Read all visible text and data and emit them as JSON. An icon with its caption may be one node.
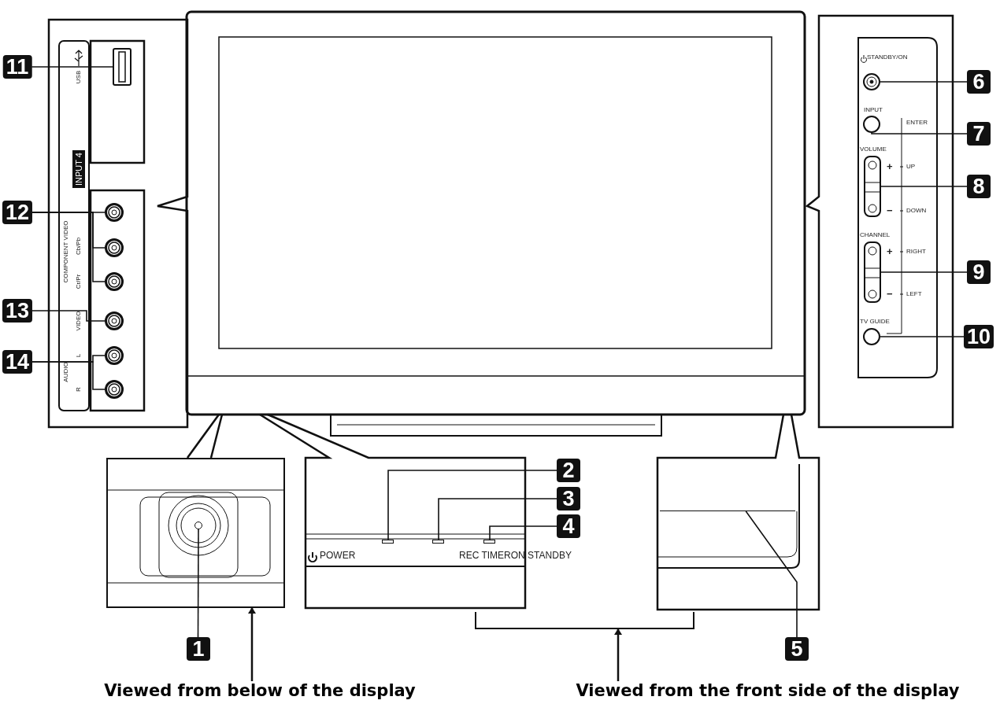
{
  "diagram": {
    "nodes": [
      {
        "text": [
          "1"
        ]
      },
      {
        "text": [
          "2"
        ]
      },
      {
        "text": [
          "3"
        ]
      },
      {
        "text": [
          "4"
        ]
      },
      {
        "text": [
          "5"
        ]
      },
      {
        "text": [
          "6"
        ]
      },
      {
        "text": [
          "7"
        ]
      },
      {
        "text": [
          "8"
        ]
      },
      {
        "text": [
          "9"
        ]
      },
      {
        "text": [
          "10"
        ]
      },
      {
        "text": [
          "11"
        ]
      },
      {
        "text": [
          "12"
        ]
      },
      {
        "text": [
          "13"
        ]
      },
      {
        "text": [
          "14"
        ]
      },
      {
        "text": [
          "Viewed from below of the display"
        ]
      },
      {
        "text": [
          "Viewed from the front side of the display"
        ]
      },
      {
        "text": [],
        "shape": "box"
      },
      {
        "text": [],
        "shape": "circle",
        "in": 16
      },
      {
        "text": [],
        "shape": "box"
      },
      {
        "text": [],
        "shape": "box"
      },
      {
        "text": [],
        "shape": "box"
      },
      {
        "text": [],
        "shape": "box"
      },
      {
        "text": [],
        "shape": "circle"
      },
      {
        "text": [],
        "shape": "circle"
      },
      {
        "text": [],
        "shape": "box"
      },
      {
        "text": [],
        "shape": "box"
      },
      {
        "text": [],
        "shape": "circle"
      },
      {
        "text": [],
        "shape": "box"
      },
      {
        "text": [],
        "shape": "circle"
      },
      {
        "text": [],
        "shape": "circle"
      },
      {
        "text": [],
        "shape": "circle"
      },
      {
        "text": [],
        "shape": "circle"
      },
      {
        "text": [],
        "shape": "circle"
      },
      {
        "text": [],
        "shape": "circle"
      },
      {
        "text": [],
        "shape": "bracket"
      }
    ],
    "edges": [
      {
        "from": 0,
        "to": 17,
        "arrow": "none"
      },
      {
        "from": 1,
        "to": 18,
        "arrow": "none"
      },
      {
        "from": 2,
        "to": 19,
        "arrow": "none"
      },
      {
        "from": 3,
        "to": 20,
        "arrow": "none"
      },
      {
        "from": 4,
        "to": 21,
        "arrow": "none"
      },
      {
        "from": 5,
        "to": 22,
        "arrow": "none"
      },
      {
        "from": 6,
        "to": 23,
        "arrow": "none"
      },
      {
        "from": 7,
        "to": 24,
        "arrow": "none"
      },
      {
        "from": 8,
        "to": 25,
        "arrow": "none"
      },
      {
        "from": 9,
        "to": 26,
        "arrow": "none"
      },
      {
        "from": 10,
        "to": 27,
        "arrow": "none"
      },
      {
        "from": 11,
        "to": 28,
        "arrow": "none"
      },
      {
        "from": 11,
        "to": 29,
        "arrow": "none"
      },
      {
        "from": 11,
        "to": 30,
        "arrow": "none"
      },
      {
        "from": 12,
        "to": 31,
        "arrow": "none"
      },
      {
        "from": 13,
        "to": 32,
        "arrow": "none"
      },
      {
        "from": 13,
        "to": 33,
        "arrow": "none"
      },
      {
        "from": 14,
        "to": 16,
        "arrow": "to"
      },
      {
        "from": 15,
        "to": 34,
        "arrow": "to"
      }
    ],
    "labels": [
      "USB",
      "INPUT 4",
      "COMPONENT VIDEO",
      "Cb/Pb",
      "Cr/Pr",
      "VIDEO",
      "AUDIO",
      "L",
      "R",
      "STANDBY/ON",
      "INPUT",
      "ENTER",
      "VOLUME",
      "+",
      "UP",
      "−",
      "DOWN",
      "CHANNEL",
      "+",
      "RIGHT",
      "−",
      "LEFT",
      "TV GUIDE",
      "POWER",
      "REC TIMERON STANDBY"
    ]
  }
}
